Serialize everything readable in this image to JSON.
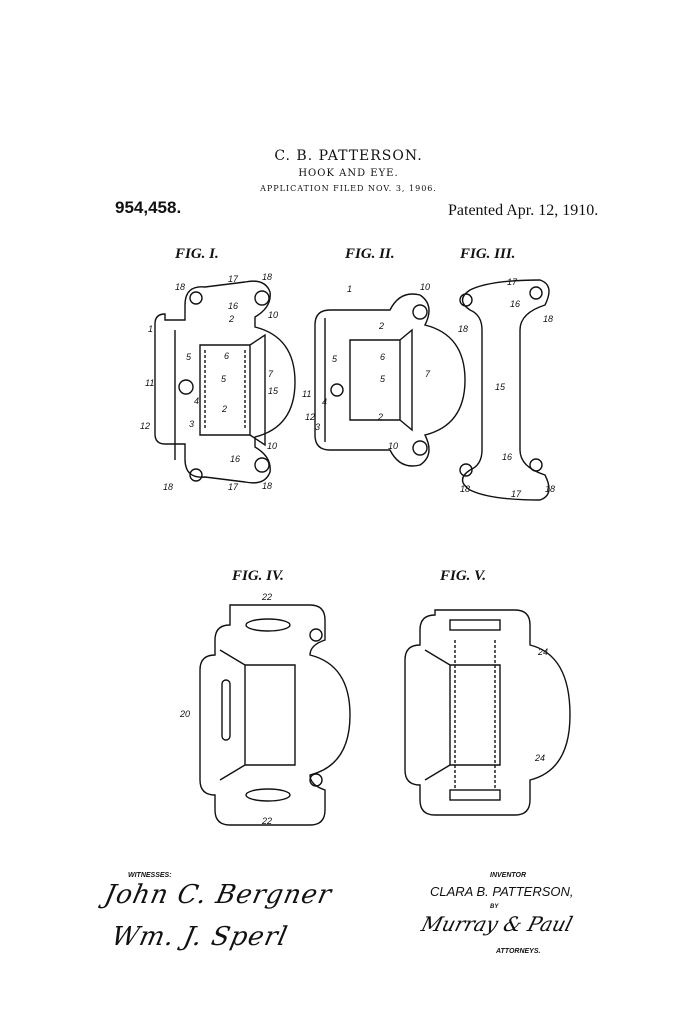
{
  "header": {
    "inventor_short": "C. B. PATTERSON.",
    "title": "HOOK AND EYE.",
    "filed": "APPLICATION FILED NOV. 3, 1906.",
    "patent_number": "954,458.",
    "patented": "Patented Apr. 12, 1910."
  },
  "figures": [
    {
      "label": "FIG. I.",
      "numerals": [
        "18",
        "17",
        "18",
        "16",
        "10",
        "2",
        "1",
        "5",
        "6",
        "7",
        "5",
        "11",
        "15",
        "4",
        "2",
        "12",
        "3",
        "10",
        "16",
        "18",
        "17",
        "18"
      ]
    },
    {
      "label": "FIG. II.",
      "numerals": [
        "1",
        "10",
        "2",
        "5",
        "6",
        "7",
        "5",
        "11",
        "4",
        "12",
        "3",
        "2",
        "10"
      ]
    },
    {
      "label": "FIG. III.",
      "numerals": [
        "17",
        "16",
        "18",
        "18",
        "15",
        "16",
        "18",
        "17",
        "18"
      ]
    },
    {
      "label": "FIG. IV.",
      "numerals": [
        "22",
        "20",
        "22"
      ]
    },
    {
      "label": "FIG. V.",
      "numerals": [
        "24",
        "24"
      ]
    }
  ],
  "footer": {
    "witnesses_label": "WITNESSES:",
    "witness_signatures": [
      "John C. Bergner",
      "Wm. J. Sperl"
    ],
    "inventor_label": "INVENTOR",
    "inventor_name": "CLARA B. PATTERSON,",
    "by_label": "BY",
    "attorney_signature": "Murray & Paul",
    "attorneys_label": "ATTORNEYS."
  }
}
